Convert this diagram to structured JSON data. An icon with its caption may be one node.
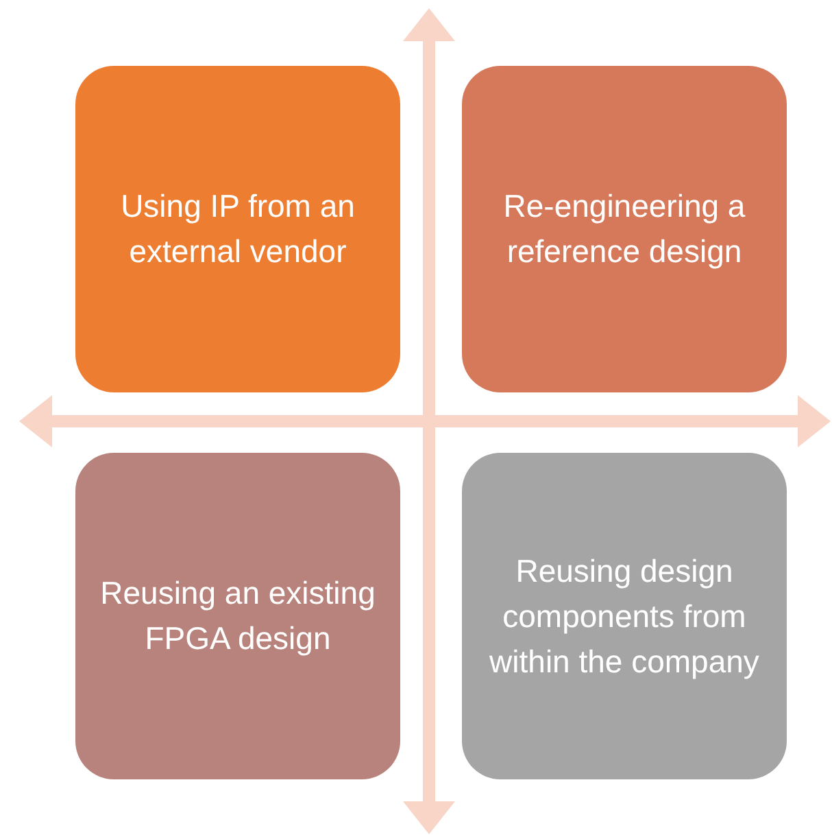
{
  "diagram": {
    "nodes": [
      {
        "text": [
          "Using IP from an external vendor"
        ]
      },
      {
        "text": [
          "Re-engineering a reference design"
        ]
      },
      {
        "text": [
          "Reusing an existing FPGA design"
        ]
      },
      {
        "text": [
          "Reusing design components from within the company"
        ]
      }
    ]
  }
}
